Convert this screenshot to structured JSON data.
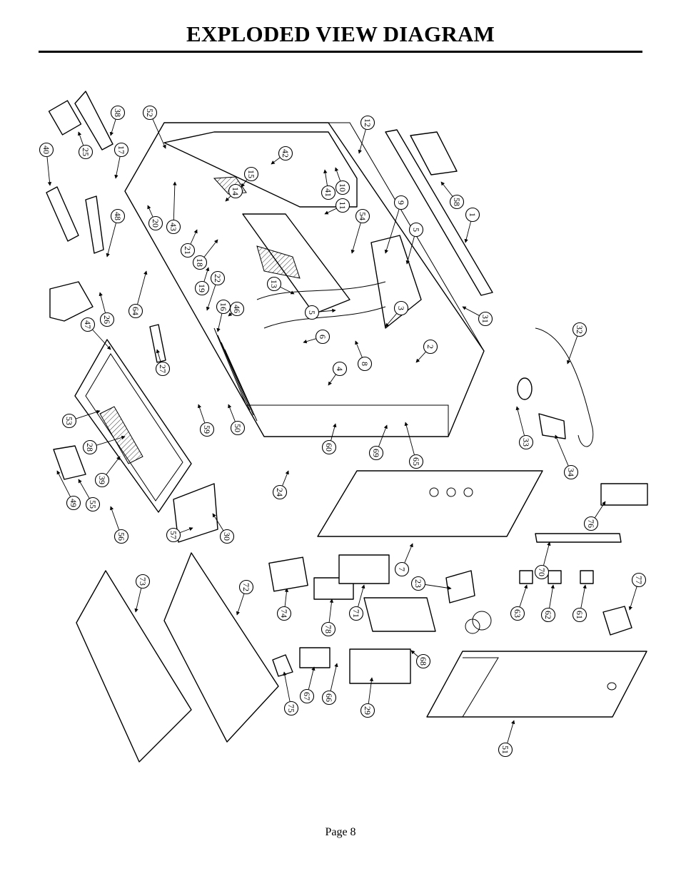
{
  "page": {
    "title": "EXPLODED VIEW DIAGRAM",
    "page_number": "Page 8"
  },
  "callouts": [
    {
      "label": "38"
    },
    {
      "label": "52"
    },
    {
      "label": "12"
    },
    {
      "label": "40"
    },
    {
      "label": "25"
    },
    {
      "label": "17"
    },
    {
      "label": "42"
    },
    {
      "label": "15"
    },
    {
      "label": "41"
    },
    {
      "label": "10"
    },
    {
      "label": "58"
    },
    {
      "label": "14"
    },
    {
      "label": "11"
    },
    {
      "label": "9"
    },
    {
      "label": "1"
    },
    {
      "label": "20"
    },
    {
      "label": "43"
    },
    {
      "label": "48"
    },
    {
      "label": "54"
    },
    {
      "label": "21"
    },
    {
      "label": "5"
    },
    {
      "label": "18"
    },
    {
      "label": "22"
    },
    {
      "label": "19"
    },
    {
      "label": "13"
    },
    {
      "label": "26"
    },
    {
      "label": "64"
    },
    {
      "label": "16"
    },
    {
      "label": "46"
    },
    {
      "label": "5"
    },
    {
      "label": "3"
    },
    {
      "label": "31"
    },
    {
      "label": "47"
    },
    {
      "label": "6"
    },
    {
      "label": "32"
    },
    {
      "label": "2"
    },
    {
      "label": "27"
    },
    {
      "label": "4"
    },
    {
      "label": "8"
    },
    {
      "label": "33"
    },
    {
      "label": "53"
    },
    {
      "label": "59"
    },
    {
      "label": "50"
    },
    {
      "label": "28"
    },
    {
      "label": "60"
    },
    {
      "label": "69"
    },
    {
      "label": "65"
    },
    {
      "label": "34"
    },
    {
      "label": "39"
    },
    {
      "label": "24"
    },
    {
      "label": "49"
    },
    {
      "label": "55"
    },
    {
      "label": "56"
    },
    {
      "label": "57"
    },
    {
      "label": "30"
    },
    {
      "label": "76"
    },
    {
      "label": "7"
    },
    {
      "label": "70"
    },
    {
      "label": "73"
    },
    {
      "label": "72"
    },
    {
      "label": "23"
    },
    {
      "label": "77"
    },
    {
      "label": "74"
    },
    {
      "label": "78"
    },
    {
      "label": "71"
    },
    {
      "label": "63"
    },
    {
      "label": "62"
    },
    {
      "label": "61"
    },
    {
      "label": "68"
    },
    {
      "label": "75"
    },
    {
      "label": "67"
    },
    {
      "label": "66"
    },
    {
      "label": "29"
    },
    {
      "label": "51"
    }
  ]
}
